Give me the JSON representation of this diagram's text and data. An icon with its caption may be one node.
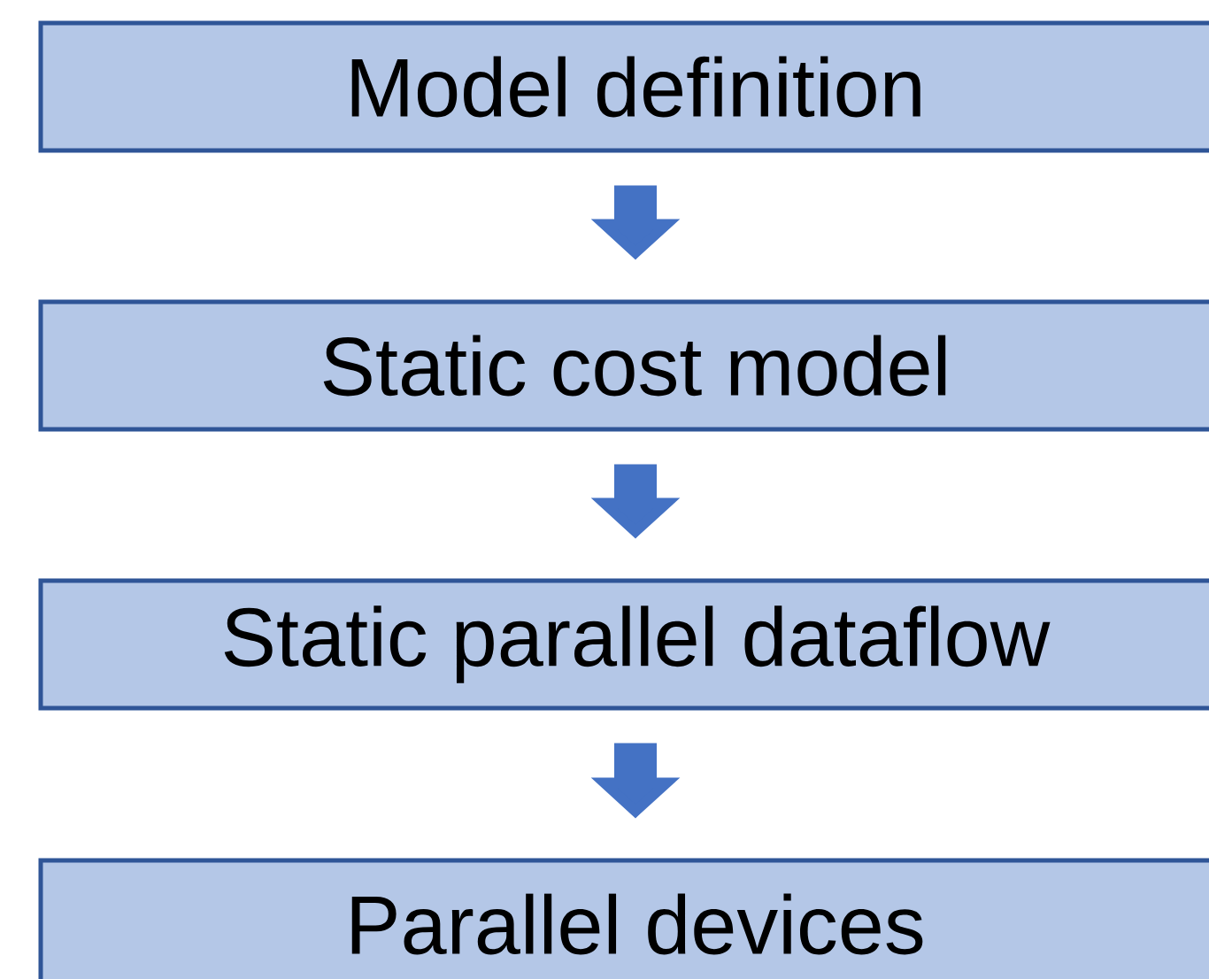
{
  "diagram": {
    "nodes": [
      {
        "text": [
          "Model definition"
        ]
      },
      {
        "text": [
          "Static cost model"
        ]
      },
      {
        "text": [
          "Static parallel dataflow"
        ]
      },
      {
        "text": [
          "Parallel devices"
        ]
      }
    ],
    "edges": [
      {
        "from": 0,
        "to": 1,
        "arrow": "to"
      },
      {
        "from": 1,
        "to": 2,
        "arrow": "to"
      },
      {
        "from": 2,
        "to": 3,
        "arrow": "to"
      }
    ]
  }
}
